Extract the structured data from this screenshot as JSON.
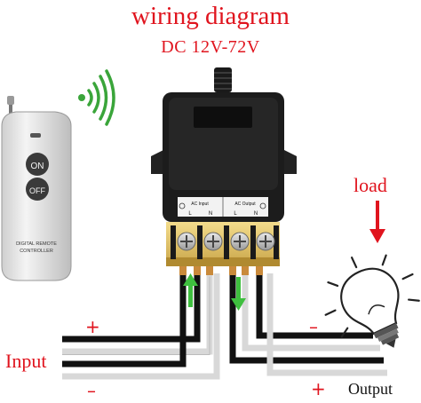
{
  "title": "wiring diagram",
  "voltage": "DC 12V-72V",
  "remote": {
    "on_label": "ON",
    "off_label": "OFF",
    "brand_line1": "DIGITAL REMOTE",
    "brand_line2": "CONTROLLER"
  },
  "relay": {
    "input_group_label": "AC Input",
    "output_group_label": "AC Output",
    "terminal_l": "L",
    "terminal_n": "N"
  },
  "labels": {
    "load": "load",
    "input": "Input",
    "output": "Output",
    "plus": "+",
    "minus": "–"
  },
  "colors": {
    "accent_red": "#e0141e",
    "arrow_green": "#3fbf3f",
    "relay_body": "#1c1c1c",
    "terminal_yellow": "#e8c96a"
  }
}
